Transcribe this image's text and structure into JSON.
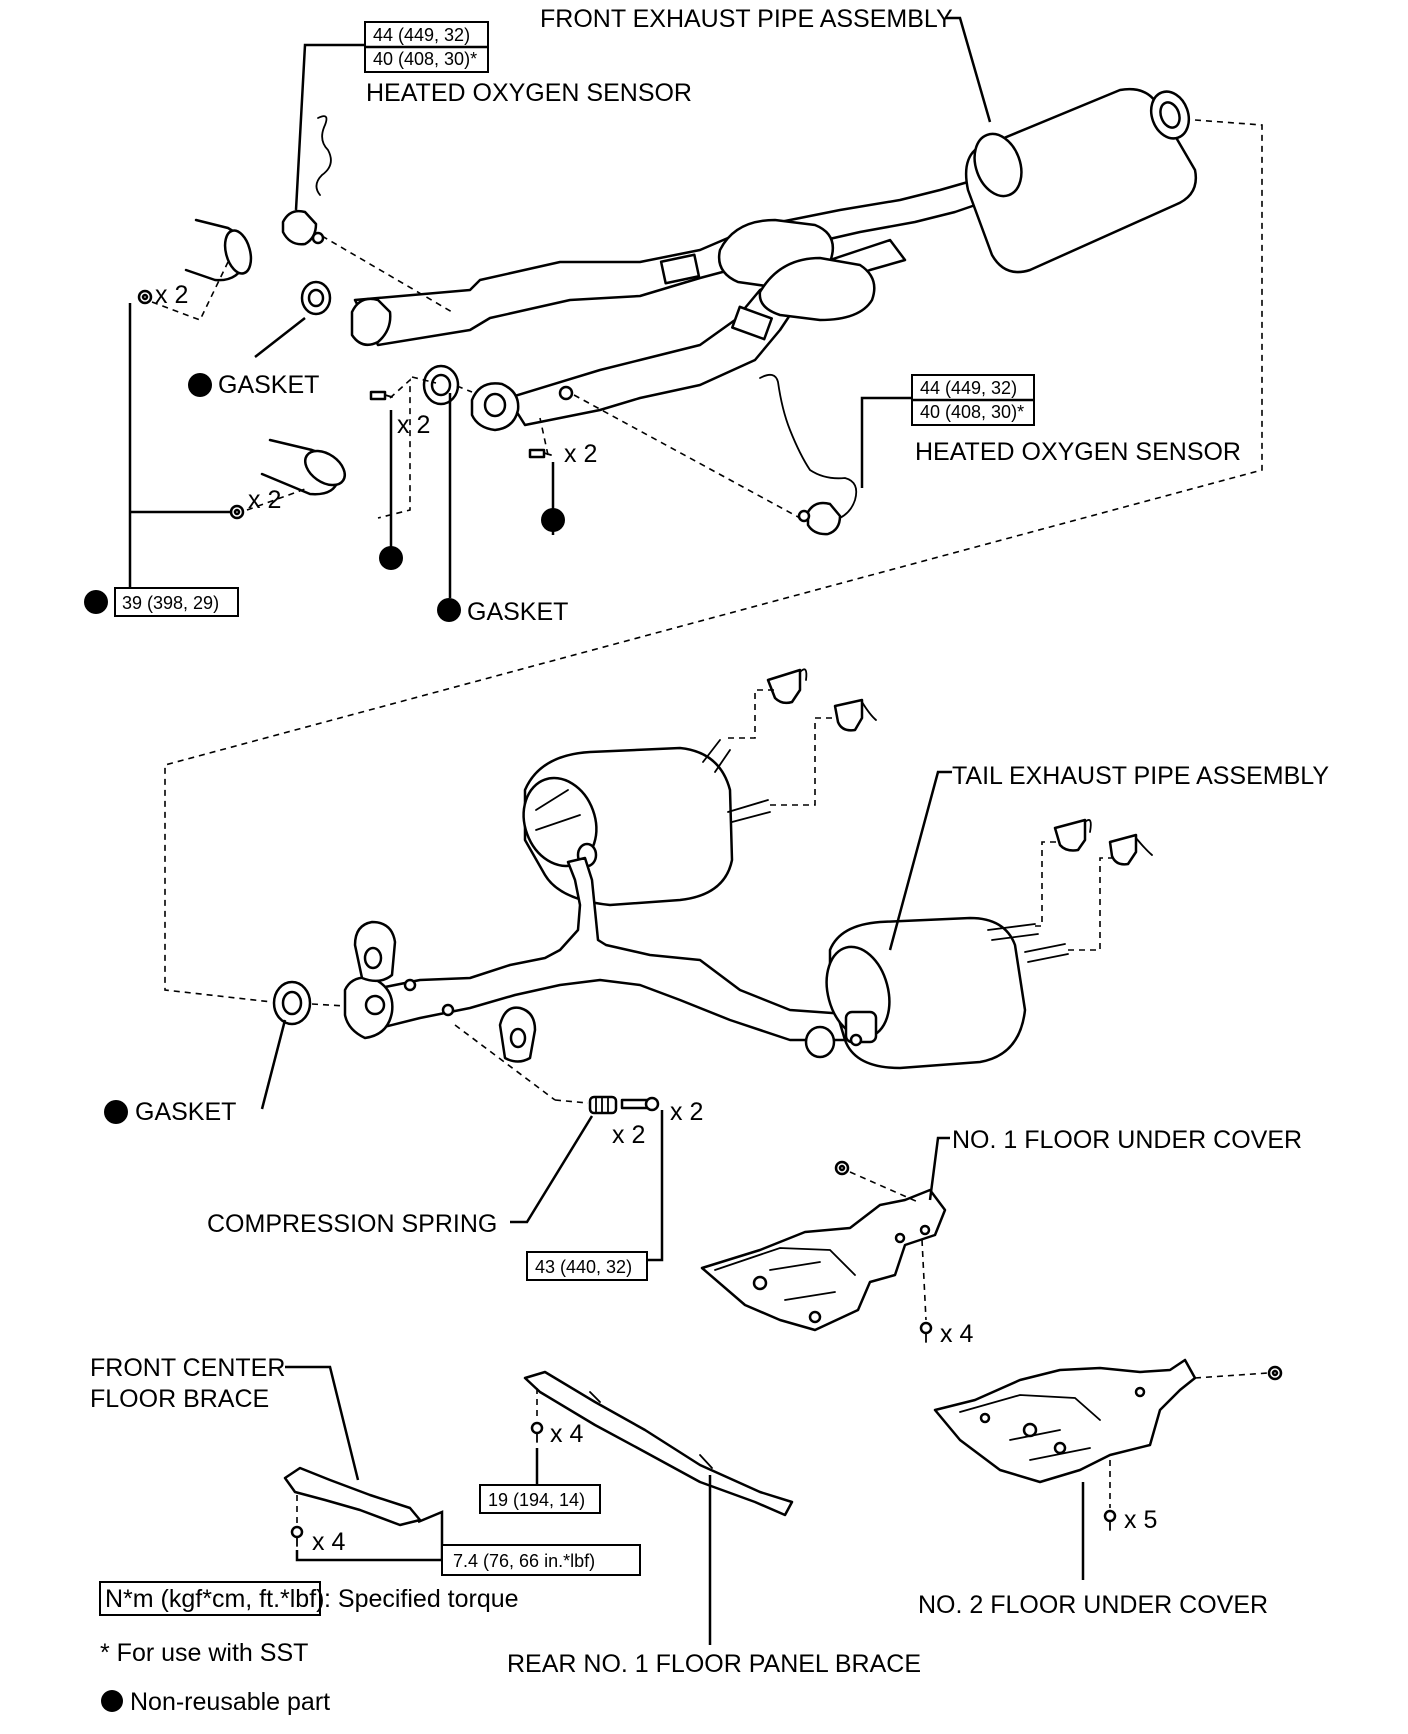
{
  "labels": {
    "front_exhaust_pipe": "FRONT EXHAUST PIPE ASSEMBLY",
    "heated_oxygen_sensor": "HEATED OXYGEN SENSOR",
    "gasket": "GASKET",
    "tail_exhaust_pipe": "TAIL EXHAUST PIPE ASSEMBLY",
    "compression_spring": "COMPRESSION SPRING",
    "no1_floor_under_cover": "NO. 1 FLOOR UNDER COVER",
    "no2_floor_under_cover": "NO. 2 FLOOR UNDER COVER",
    "front_center_floor_brace_line1": "FRONT CENTER",
    "front_center_floor_brace_line2": "FLOOR BRACE",
    "rear_no1_floor_panel_brace": "REAR NO. 1 FLOOR PANEL BRACE"
  },
  "torques": {
    "o2_sensor_upper_line1": "44 (449, 32)",
    "o2_sensor_upper_line2": "40 (408, 30)*",
    "o2_sensor_right_line1": "44 (449, 32)",
    "o2_sensor_right_line2": "40 (408, 30)*",
    "manifold_nuts": "39 (398, 29)",
    "spring_bolts": "43 (440, 32)",
    "rear_brace_bolts": "19 (194, 14)",
    "front_brace_bolts": "7.4 (76, 66 in.*lbf)"
  },
  "quantities": {
    "x2": "x 2",
    "x4": "x 4",
    "x5": "x 5"
  },
  "legend": {
    "torque_unit": "N*m (kgf*cm, ft.*lbf)",
    "torque_desc": ": Specified torque",
    "sst_note": "* For use with SST",
    "non_reusable": "Non-reusable part"
  }
}
